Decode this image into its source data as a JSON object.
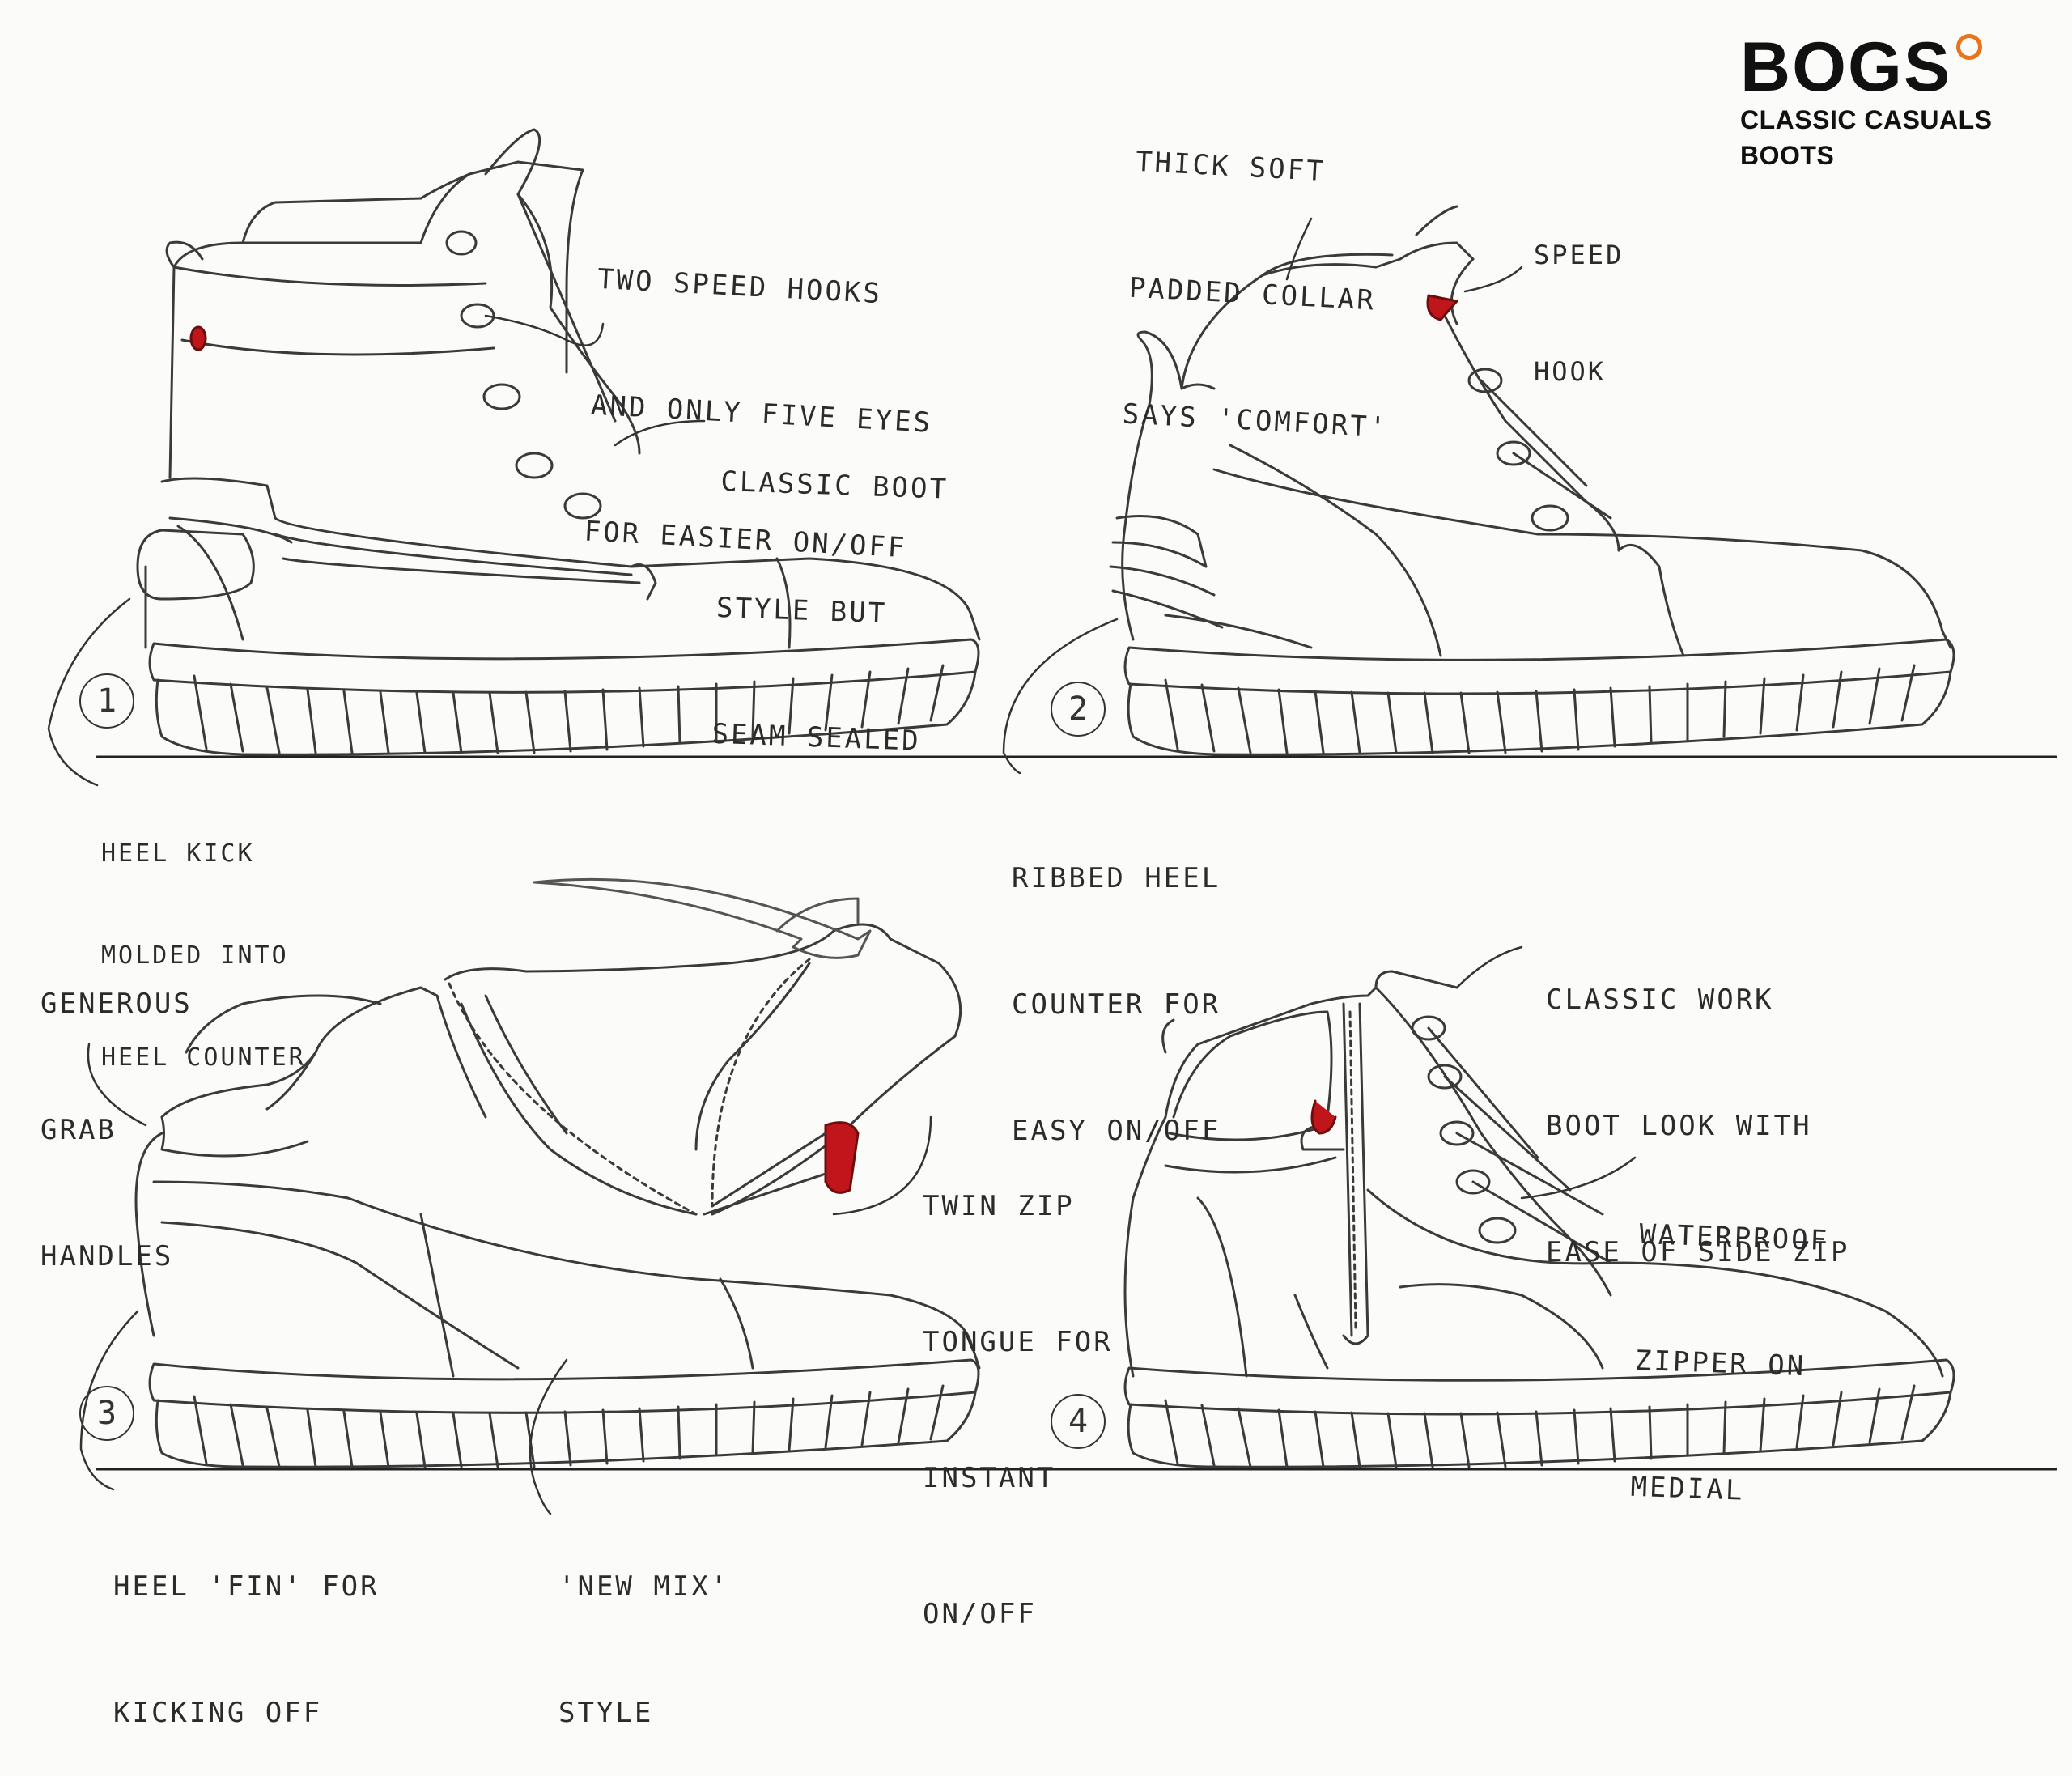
{
  "brand": {
    "logo": "BOGS",
    "line1": "CLASSIC CASUALS",
    "line2": "BOOTS",
    "accent_color": "#e8741e"
  },
  "accent_red": "#c0161b",
  "sketches": [
    {
      "number": "1",
      "notes": [
        {
          "lines": [
            "TWO SPEED HOOKS",
            "AND ONLY FIVE EYES",
            "FOR EASIER ON/OFF"
          ]
        },
        {
          "lines": [
            "CLASSIC BOOT",
            "STYLE BUT",
            "SEAM SEALED"
          ]
        },
        {
          "lines": [
            "HEEL KICK",
            "MOLDED INTO",
            "HEEL COUNTER"
          ]
        }
      ]
    },
    {
      "number": "2",
      "notes": [
        {
          "lines": [
            "THICK SOFT",
            "PADDED COLLAR",
            "SAYS 'COMFORT'"
          ]
        },
        {
          "lines": [
            "SPEED",
            "HOOK"
          ]
        },
        {
          "lines": [
            "RIBBED HEEL",
            "COUNTER FOR",
            "EASY ON/OFF"
          ]
        }
      ]
    },
    {
      "number": "3",
      "notes": [
        {
          "lines": [
            "GENEROUS",
            "GRAB",
            "HANDLES"
          ]
        },
        {
          "lines": [
            "TWIN ZIP",
            "TONGUE FOR",
            "INSTANT",
            "ON/OFF"
          ]
        },
        {
          "lines": [
            "HEEL 'FIN' FOR",
            "KICKING OFF"
          ]
        },
        {
          "lines": [
            "'NEW MIX'",
            "STYLE"
          ]
        }
      ]
    },
    {
      "number": "4",
      "notes": [
        {
          "lines": [
            "CLASSIC WORK",
            "BOOT LOOK WITH",
            "EASE OF SIDE ZIP"
          ]
        },
        {
          "lines": [
            "WATERPROOF",
            "ZIPPER ON",
            "MEDIAL"
          ]
        }
      ]
    }
  ]
}
